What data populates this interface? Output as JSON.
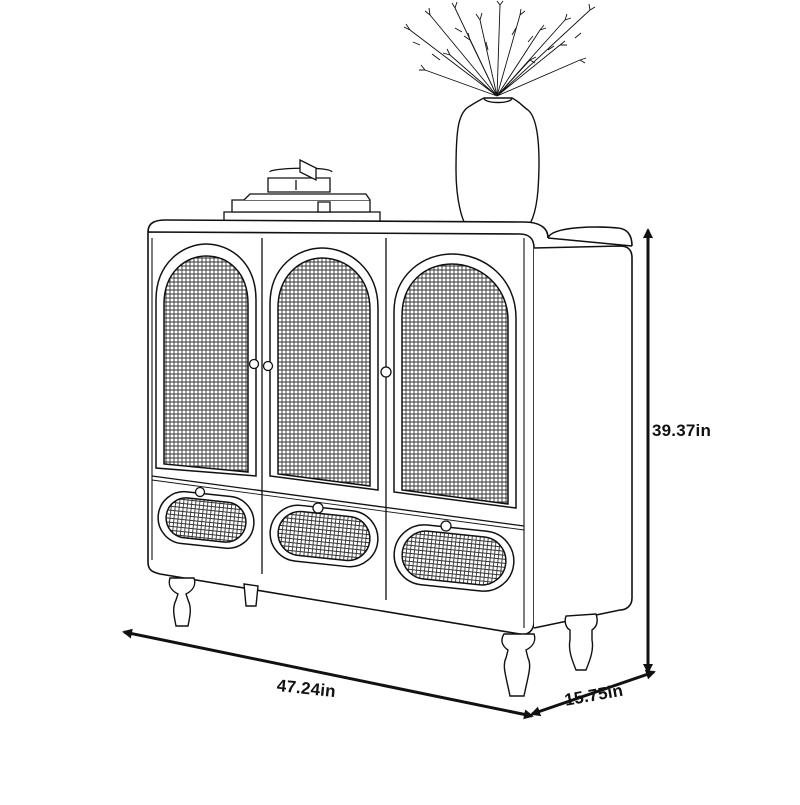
{
  "dimensions": {
    "height": "39.37in",
    "width": "47.24in",
    "depth": "15.75in"
  },
  "colors": {
    "line": "#111111",
    "background": "#ffffff"
  },
  "icons": {
    "product": "sideboard-cabinet-illustration",
    "vase": "vase-with-dried-plant-icon",
    "books": "stacked-books-icon",
    "dimension_arrow": "double-headed-arrow-icon"
  }
}
